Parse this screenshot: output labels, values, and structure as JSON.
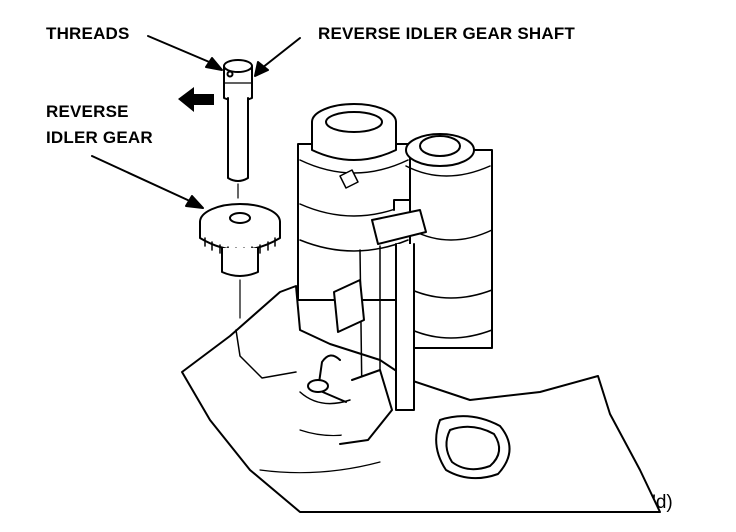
{
  "labels": {
    "threads": "THREADS",
    "shaft": "REVERSE IDLER GEAR SHAFT",
    "gear_line1": "REVERSE",
    "gear_line2": "IDLER GEAR"
  },
  "footer": {
    "contd": "(cont'd)"
  },
  "colors": {
    "ink": "#000000",
    "paper": "#ffffff"
  },
  "icons": {
    "direction_arrow": "arrow-left-icon"
  }
}
